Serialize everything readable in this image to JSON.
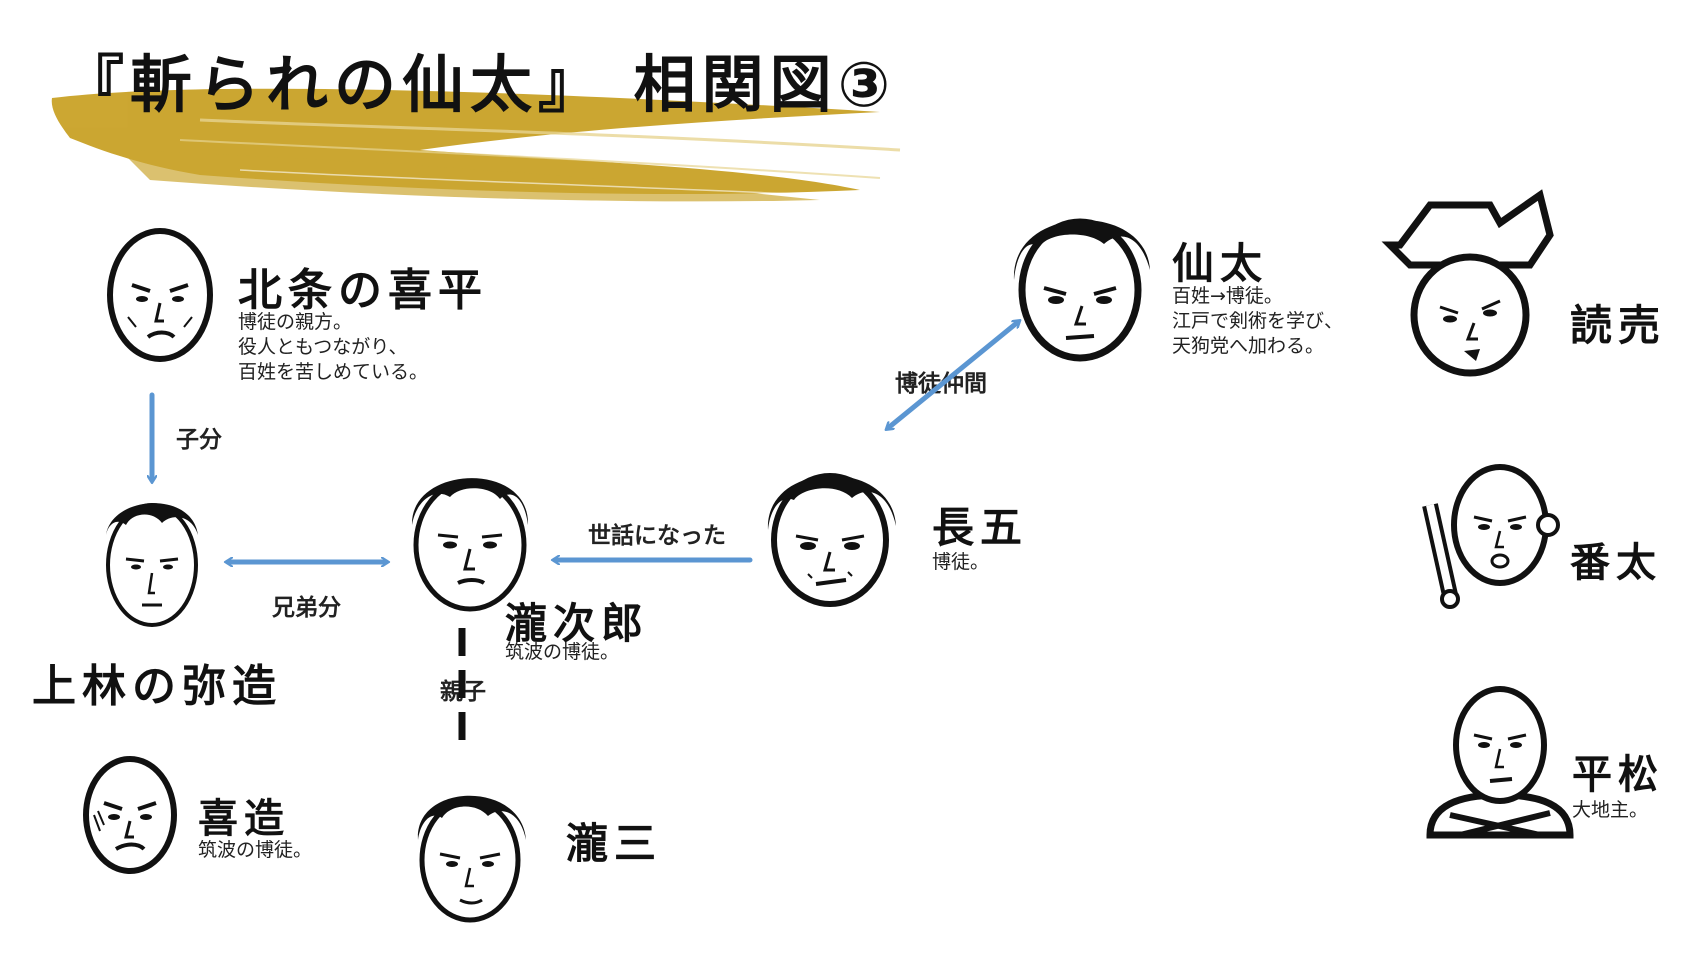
{
  "title": "『斬られの仙太』 相関図③",
  "characters": {
    "kihei": {
      "name": "北条の喜平",
      "desc": "博徒の親方。\n役人ともつながり、\n百姓を苦しめている。"
    },
    "yazo": {
      "name": "上林の弥造"
    },
    "kizo": {
      "name": "喜造",
      "desc": "筑波の博徒。"
    },
    "takijiro": {
      "name": "瀧次郎",
      "desc": "筑波の博徒。"
    },
    "takizo": {
      "name": "瀧三"
    },
    "chogo": {
      "name": "長五",
      "desc": "博徒。"
    },
    "senta": {
      "name": "仙太",
      "desc": "百姓→博徒。\n江戸で剣術を学び、\n天狗党へ加わる。"
    },
    "yomiuri": {
      "name": "読売"
    },
    "banta": {
      "name": "番太"
    },
    "heimatsu": {
      "name": "平松",
      "desc": "大地主。"
    }
  },
  "relations": {
    "kobun": "子分",
    "kyodaibun": "兄弟分",
    "sewa": "世話になった",
    "oyako": "親子",
    "nakama": "博徒仲間"
  },
  "colors": {
    "arrow": "#5b96d2",
    "brush": "#c9a227",
    "ink": "#111111"
  }
}
